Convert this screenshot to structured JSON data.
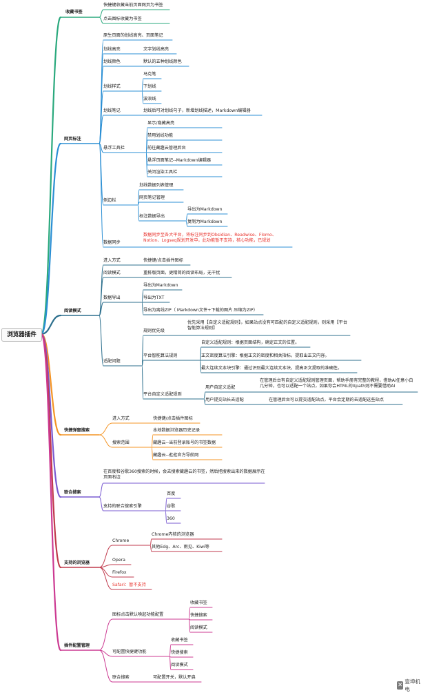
{
  "root": "浏览器插件",
  "watermark": {
    "icon": "logo-icon",
    "text": "壹坤机电"
  },
  "colors": {
    "green": "#2aa97d",
    "blue": "#2b8fd4",
    "teal": "#2c6f8d",
    "orange": "#f49424",
    "purple": "#7a5bd2",
    "red": "#c03a4c",
    "magenta": "#cc3a92"
  },
  "sections": {
    "s1": {
      "label": "收藏书签",
      "items": [
        "快捷键收藏当前页面网页为书签",
        "点击图标收藏为书签"
      ]
    },
    "s2": {
      "label": "网页标注",
      "intro": "原生页面的划线高亮、页面笔记",
      "hl": {
        "label": "划线高亮",
        "desc": "文字划线高亮"
      },
      "color": {
        "label": "划线颜色",
        "desc": "默认的五种划线颜色"
      },
      "style": {
        "label": "划线样式",
        "items": [
          "马克笔",
          "下划线",
          "波浪线"
        ]
      },
      "note": {
        "label": "划线笔记",
        "desc": "划线后可对划线句子，新增划线描述，Markdown编辑器"
      },
      "toolbar": {
        "label": "悬浮工具栏",
        "items": [
          "显示/隐藏高亮",
          "禁用划线功能",
          "前往藏趣云管理后台",
          "悬浮页面笔记--Markdown编辑器",
          "关闭渲染工具栏"
        ]
      },
      "sidebar": {
        "label": "侧边栏",
        "items": [
          "划线数据列表管理",
          "网页笔记管理"
        ],
        "export": {
          "label": "标注数据导出",
          "items": [
            "导出为Markdown",
            "复制为Markdown"
          ]
        }
      },
      "sync": {
        "label": "数据同步",
        "desc": "数据同步至各大平台，将标注同步到Obsidian、Readwise、Flomo、Notion、Logseq规划开发中，此功能暂不支持，核心功能，已规划"
      }
    },
    "s3": {
      "label": "阅读模式",
      "entry": {
        "label": "进入方式",
        "desc": "快捷键/点击插件图标"
      },
      "mode": {
        "label": "阅读模式",
        "desc": "重排版页面，更精简的阅读布局，无干扰"
      },
      "export": {
        "label": "数据导出",
        "items": [
          "导出为Markdown",
          "导出为TXT",
          "导出为离线ZIP（ Markdown文件+下载的图片 压缩为ZIP）"
        ]
      },
      "adapt": {
        "label": "适配问题",
        "priority": {
          "label": "规则优先级",
          "desc": "优先采用【自定义适配规则】，如果站点没有可匹配的自定义适配规则，则采用【平台智能算法规则】"
        },
        "smart": {
          "label": "平台智能算法规则",
          "items": [
            "自定义适配规则：根据页面结构，确定正文的位置。",
            "正文密度算法引擎：根据正文的密度和相关指标，提取出正文内容。",
            "最大连续文本块引擎：通过识别最大连续文本块，提高正文提取的准确性。"
          ]
        },
        "custom": {
          "label": "平台自定义适配规则",
          "user": {
            "label": "用户自定义适配",
            "desc": "在管理后台有自定义适配规则管理页面，帮助手册有完整的教程，借助Ai任意小白几分钟，也可以适配一个站点，如果你会HTML的Xpath则不需要借助AI"
          },
          "submit": {
            "label": "用户提交站长去适配",
            "desc": "在管理后台可以提交适配站点，平台会定期的去适配这些站点"
          }
        }
      }
    },
    "s4": {
      "label": "快捷弹窗搜索",
      "entry": {
        "label": "进入方式",
        "desc": "快捷键/点击插件图标"
      },
      "scope": {
        "label": "搜索范围",
        "items": [
          "本地数据浏览器历史记录",
          "藏趣云--当前登录账号的书签数据",
          "藏趣云--逛逛官方导航网"
        ]
      }
    },
    "s5": {
      "label": "联合搜索",
      "desc": "在百度和谷歌360搜索的时候，会去搜索藏趣云的书签，然后把搜索出来的数据展示在页面右边",
      "engines": {
        "label": "支持的联合搜索引擎",
        "items": [
          "百度",
          "谷歌",
          "360"
        ]
      }
    },
    "s6": {
      "label": "支持的浏览器",
      "chrome": {
        "label": "Chrome",
        "items": [
          "Chrome内核的浏览器",
          "其他Edg、Arc、雨见、Kiwi等"
        ]
      },
      "others": [
        "Opera",
        "Firefox"
      ],
      "safari": "Safari：暂不支持"
    },
    "s7": {
      "label": "插件配置管理",
      "icon": {
        "label": "图标点击默认唤起功能配置",
        "items": [
          "收藏书签",
          "快捷搜索",
          "阅读模式"
        ]
      },
      "keys": {
        "label": "可配置快捷键功能",
        "items": [
          "收藏书签",
          "快捷搜索",
          "阅读模式"
        ]
      },
      "union": {
        "label": "联合搜索",
        "desc": "可配置开关，默认开启"
      }
    }
  }
}
